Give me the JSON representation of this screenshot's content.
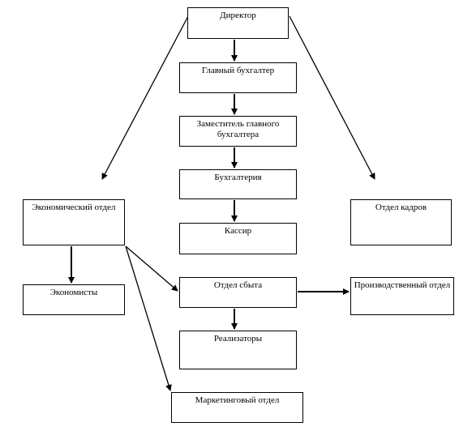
{
  "nodes": [
    {
      "id": "director",
      "label": "Директор"
    },
    {
      "id": "chief_accountant",
      "label": "Главный бухгалтер"
    },
    {
      "id": "deputy_chief_accountant",
      "label": "Заместитель главного бухгалтера"
    },
    {
      "id": "accounting",
      "label": "Бухгалтерия"
    },
    {
      "id": "cashier",
      "label": "Кассир"
    },
    {
      "id": "economic_department",
      "label": "Экономический отдел"
    },
    {
      "id": "hr_department",
      "label": "Отдел кадров"
    },
    {
      "id": "economists",
      "label": "Экономисты"
    },
    {
      "id": "sales_department",
      "label": "Отдел сбыта"
    },
    {
      "id": "production_department",
      "label": "Производственный отдел"
    },
    {
      "id": "sellers",
      "label": "Реализаторы"
    },
    {
      "id": "marketing_department",
      "label": "Маркетинговый отдел"
    }
  ],
  "edges": [
    {
      "from": "director",
      "to": "chief_accountant"
    },
    {
      "from": "director",
      "to": "economic_department"
    },
    {
      "from": "director",
      "to": "hr_department"
    },
    {
      "from": "chief_accountant",
      "to": "deputy_chief_accountant"
    },
    {
      "from": "deputy_chief_accountant",
      "to": "accounting"
    },
    {
      "from": "accounting",
      "to": "cashier"
    },
    {
      "from": "economic_department",
      "to": "economists"
    },
    {
      "from": "economic_department",
      "to": "sales_department"
    },
    {
      "from": "economic_department",
      "to": "marketing_department"
    },
    {
      "from": "sales_department",
      "to": "production_department"
    },
    {
      "from": "sales_department",
      "to": "sellers"
    }
  ]
}
